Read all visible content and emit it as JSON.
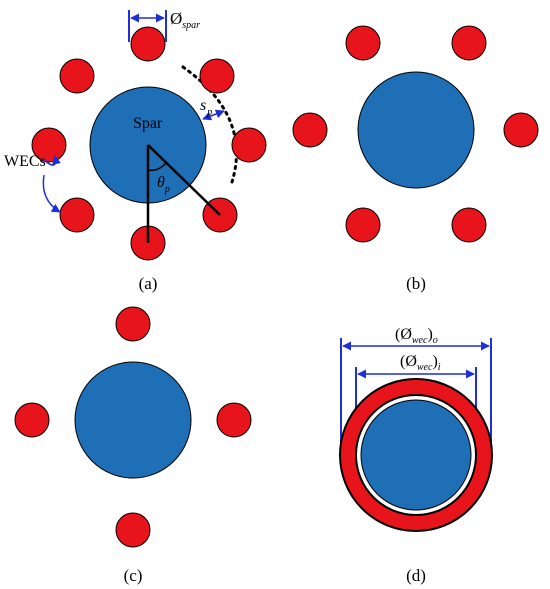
{
  "panels": {
    "a": {
      "caption": "(a)",
      "spar_label": "Spar",
      "wecs_label": "WECs",
      "diameter_symbol": "Ø",
      "diameter_sub": "spar",
      "spacing_symbol": "s",
      "spacing_sub": "p",
      "angle_symbol": "θ",
      "angle_sub": "p"
    },
    "b": {
      "caption": "(b)"
    },
    "c": {
      "caption": "(c)"
    },
    "d": {
      "caption": "(d)",
      "outer_label_open": "(Ø",
      "outer_label_sub": "wec",
      "outer_label_close": ")",
      "outer_label_subscript": "o",
      "inner_label_open": "(Ø",
      "inner_label_sub": "wec",
      "inner_label_close": ")",
      "inner_label_subscript": "i"
    }
  },
  "colors": {
    "spar": "#1e6fb5",
    "wec": "#e8141b",
    "outline": "#000000",
    "arrow": "#1f2fd8"
  }
}
